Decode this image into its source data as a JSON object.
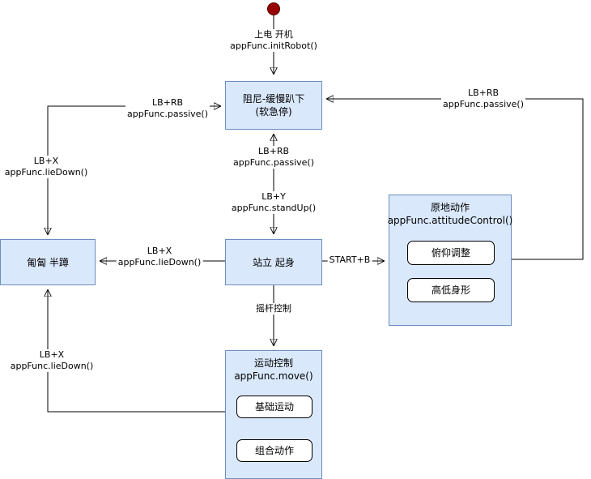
{
  "diagram": {
    "colors": {
      "node_fill": "#dae8fc",
      "node_border": "#6c8ebf",
      "inner_fill": "#ffffff",
      "inner_border": "#000000",
      "line": "#000000",
      "initial_state": "#990000",
      "initial_state_border": "#4d0000"
    },
    "nodes": {
      "damping": {
        "line1": "阻尼-缓慢趴下",
        "line2": "(软急停)"
      },
      "stand": {
        "label": "站立 起身"
      },
      "crawl": {
        "label": "匍匐 半蹲"
      },
      "attitude": {
        "title": "原地动作",
        "subtitle": "appFunc.attitudeControl()",
        "children": [
          "俯仰调整",
          "高低身形"
        ]
      },
      "move": {
        "title": "运动控制",
        "subtitle": "appFunc.move()",
        "children": [
          "基础运动",
          "组合动作"
        ]
      }
    },
    "edge_labels": {
      "power_on": {
        "line1": "上电 开机",
        "line2": "appFunc.initRobot()"
      },
      "left_passive": {
        "line1": "LB+RB",
        "line2": "appFunc.passive()"
      },
      "left_liedown": {
        "line1": "LB+X",
        "line2": "appFunc.lieDown()"
      },
      "center_passive": {
        "line1": "LB+RB",
        "line2": "appFunc.passive()"
      },
      "center_standup": {
        "line1": "LB+Y",
        "line2": "appFunc.standUp()"
      },
      "mid_liedown": {
        "line1": "LB+X",
        "line2": "appFunc.lieDown()"
      },
      "start_b": {
        "label": "START+B"
      },
      "joystick": {
        "label": "摇杆控制"
      },
      "right_passive": {
        "line1": "LB+RB",
        "line2": "appFunc.passive()"
      },
      "bottom_liedown": {
        "line1": "LB+X",
        "line2": "appFunc.lieDown()"
      }
    }
  }
}
